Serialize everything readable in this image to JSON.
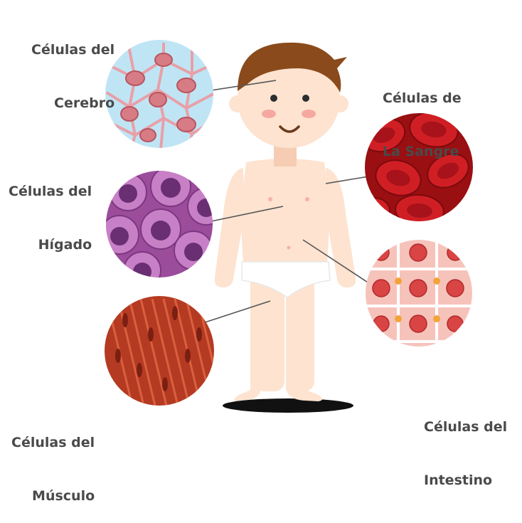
{
  "labels": {
    "brain": {
      "line1": "Células del",
      "line2": "Cerebro"
    },
    "blood": {
      "line1": "Células de",
      "line2": "La Sangre"
    },
    "liver": {
      "line1": "Células del",
      "line2": "Hígado"
    },
    "muscle": {
      "line1": "Células del",
      "line2": "Músculo"
    },
    "intestine": {
      "line1": "Células del",
      "line2": "Intestino"
    }
  },
  "colors": {
    "label_text": "#4a4a4a",
    "skin": "#fde3d0",
    "skin_shadow": "#f6cdb3",
    "hair": "#8a4a1c",
    "underwear": "#ffffff",
    "brain_bg": "#bfe5f5",
    "brain_cell": "#e8a0a8",
    "blood_bg": "#9a0f12",
    "blood_cell": "#d01f24",
    "liver_bg": "#9b4c9b",
    "liver_cell": "#c77fc6",
    "muscle_bg": "#b53a22",
    "intestine_bg": "#f6c3bb",
    "intestine_cell": "#d94444",
    "leader_line": "#555555",
    "ground_shadow": "#111111"
  }
}
